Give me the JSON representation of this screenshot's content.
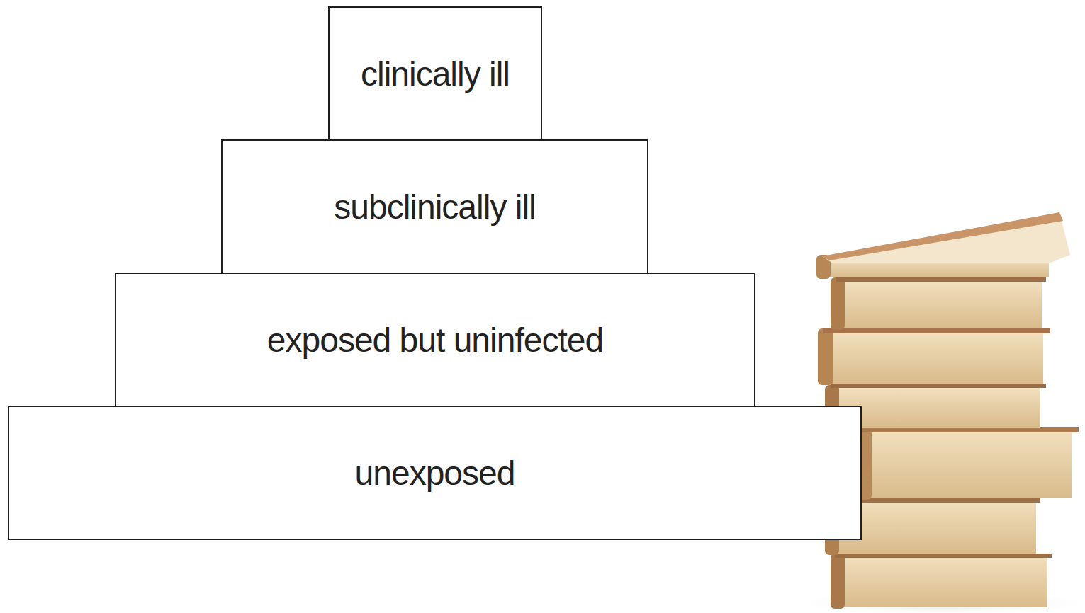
{
  "diagram": {
    "nodes": [
      {
        "text": [
          "clinically ill"
        ]
      },
      {
        "text": [
          "subclinically ill"
        ]
      },
      {
        "text": [
          "exposed but uninfected"
        ]
      },
      {
        "text": [
          "unexposed"
        ]
      }
    ]
  }
}
